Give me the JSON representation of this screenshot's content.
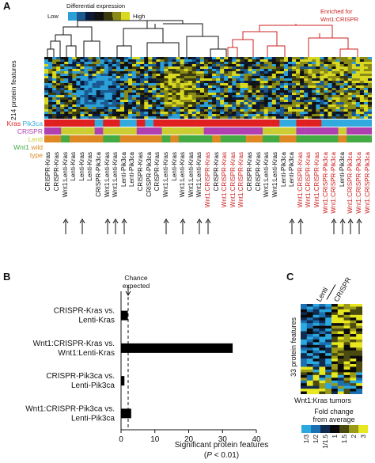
{
  "panel_a": {
    "letter": "A",
    "legend_title": "Differential expression",
    "legend_low": "Low",
    "legend_high": "High",
    "enriched_label_line1": "Enriched for",
    "enriched_label_line2": "Wnt1:CRISPR",
    "y_label": "214 protein features",
    "track_labels": [
      {
        "items": [
          {
            "text": "Kras",
            "color": "#e02020"
          },
          {
            "text": " Pik3ca",
            "color": "#33aadd"
          }
        ]
      },
      {
        "items": [
          {
            "text": "CRISPR",
            "color": "#b040b0"
          },
          {
            "text": " Lenti",
            "color": "#cccc33"
          }
        ]
      },
      {
        "items": [
          {
            "text": "Wnt1",
            "color": "#44aa44"
          },
          {
            "text": " wild type",
            "color": "#dd8822"
          }
        ]
      }
    ],
    "samples": [
      {
        "label": "CRISPR-Kras",
        "color": "#111111",
        "arrow": false
      },
      {
        "label": "CRISPR-Kras",
        "color": "#111111",
        "arrow": false
      },
      {
        "label": "Wnt1:Lenti-Kras",
        "color": "#111111",
        "arrow": true
      },
      {
        "label": "Lenti-Kras",
        "color": "#111111",
        "arrow": false
      },
      {
        "label": "Lenti-Kras",
        "color": "#111111",
        "arrow": true
      },
      {
        "label": "Lenti-Kras",
        "color": "#111111",
        "arrow": false
      },
      {
        "label": "CRISPR-Pik3ca",
        "color": "#111111",
        "arrow": false
      },
      {
        "label": "Wnt1:Lenti-Kras",
        "color": "#111111",
        "arrow": true
      },
      {
        "label": "Wnt1:Lenti-Kras",
        "color": "#111111",
        "arrow": true
      },
      {
        "label": "Lenti-Pik3ca",
        "color": "#111111",
        "arrow": true
      },
      {
        "label": "Lenti-Pik3ca",
        "color": "#111111",
        "arrow": false
      },
      {
        "label": "CRISPR-Kras",
        "color": "#111111",
        "arrow": false
      },
      {
        "label": "CRISPR-Pik3ca",
        "color": "#111111",
        "arrow": false
      },
      {
        "label": "CRISPR-Kras",
        "color": "#111111",
        "arrow": false
      },
      {
        "label": "Wnt1:Lenti-Kras",
        "color": "#111111",
        "arrow": true
      },
      {
        "label": "Lenti-Kras",
        "color": "#111111",
        "arrow": false
      },
      {
        "label": "Wnt1:Lenti-Kras",
        "color": "#111111",
        "arrow": true
      },
      {
        "label": "Wnt1:Lenti-Kras",
        "color": "#111111",
        "arrow": false
      },
      {
        "label": "Wnt1:Lenti-Kras",
        "color": "#111111",
        "arrow": true
      },
      {
        "label": "Wnt1:CRISPR-Kras",
        "color": "#cc2222",
        "arrow": true
      },
      {
        "label": "CRISPR-Kras",
        "color": "#111111",
        "arrow": false
      },
      {
        "label": "Wnt1:CRISPR-Kras",
        "color": "#cc2222",
        "arrow": false
      },
      {
        "label": "Wnt1:CRISPR-Kras",
        "color": "#cc2222",
        "arrow": false
      },
      {
        "label": "Wnt1:CRISPR-Kras",
        "color": "#cc2222",
        "arrow": false
      },
      {
        "label": "CRISPR-Kras",
        "color": "#111111",
        "arrow": false
      },
      {
        "label": "CRISPR-Kras",
        "color": "#111111",
        "arrow": false
      },
      {
        "label": "Wnt1:Lenti-Kras",
        "color": "#111111",
        "arrow": false
      },
      {
        "label": "Wnt1:Lenti-Kras",
        "color": "#111111",
        "arrow": false
      },
      {
        "label": "Lenti-Pik3ca",
        "color": "#111111",
        "arrow": false
      },
      {
        "label": "Lenti-Pik3ca",
        "color": "#111111",
        "arrow": true
      },
      {
        "label": "Wnt1:CRISPR-Kras",
        "color": "#cc2222",
        "arrow": true
      },
      {
        "label": "Wnt1:CRISPR-Kras",
        "color": "#cc2222",
        "arrow": false
      },
      {
        "label": "Wnt1:CRISPR-Kras",
        "color": "#cc2222",
        "arrow": false
      },
      {
        "label": "Wnt1:CRISPR-Pik3ca",
        "color": "#cc2222",
        "arrow": false
      },
      {
        "label": "Wnt1:CRISPR-Pik3ca",
        "color": "#cc2222",
        "arrow": true
      },
      {
        "label": "Lenti-Pik3ca",
        "color": "#111111",
        "arrow": true
      },
      {
        "label": "Wnt1:CRISPR-Pik3ca",
        "color": "#cc2222",
        "arrow": true
      },
      {
        "label": "Wnt1:CRISPR-Pik3ca",
        "color": "#cc2222",
        "arrow": true
      },
      {
        "label": "Wnt1:CRISPR-Pik3ca",
        "color": "#cc2222",
        "arrow": false
      }
    ],
    "heatmap_palette": [
      "#2a9fd8",
      "#1a5a90",
      "#0c1a3a",
      "#111111",
      "#3a3a10",
      "#8a8a18",
      "#d8d820"
    ]
  },
  "panel_b": {
    "letter": "B",
    "annotation_line1": "Chance",
    "annotation_line2": "expected",
    "xlabel_line1": "Significant protein features",
    "xlabel_line2_pre": "(",
    "xlabel_line2_italic": "P",
    "xlabel_line2_post": " < 0.01)"
  },
  "chart_data": {
    "type": "bar",
    "orientation": "horizontal",
    "categories": [
      [
        "CRISPR-Kras vs.",
        "Lenti-Kras"
      ],
      [
        "Wnt1:CRISPR-Kras vs.",
        "Wnt1:Lenti-Kras"
      ],
      [
        "CRISPR-Pik3ca vs.",
        "Lenti-Pik3ca"
      ],
      [
        "Wnt1:CRISPR-Pik3ca vs.",
        "Lenti-Pik3ca"
      ]
    ],
    "values": [
      2,
      33,
      1,
      3
    ],
    "chance_expected": 2.1,
    "xlim": [
      0,
      40
    ],
    "xticks": [
      "0",
      "10",
      "20",
      "30",
      "40"
    ],
    "xlabel": "Significant protein features (P < 0.01)"
  },
  "panel_c": {
    "letter": "C",
    "col_label_lenti": "Lenti",
    "col_label_crispr": "CRISPR",
    "y_label": "33 protein features",
    "subtitle": "Wnt1:Kras tumors",
    "colorbar_title_line1": "Fold change",
    "colorbar_title_line2": "from average",
    "colorbar_ticks": [
      "1/3",
      "1/2",
      "1/1.5",
      "1",
      "1.5",
      "2",
      "3"
    ],
    "colorbar_colors": [
      "#2aa8e0",
      "#1a70b0",
      "#102a50",
      "#0a0a0a",
      "#4a4a10",
      "#9a9a18",
      "#e8e820"
    ]
  }
}
